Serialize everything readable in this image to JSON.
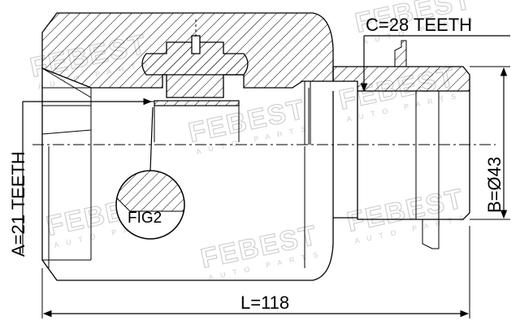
{
  "dimensions": {
    "teeth_c": "C=28 TEETH",
    "teeth_a": "A=21 TEETH",
    "diameter_b": "B=Ø43",
    "length_l": "L=118"
  },
  "detail_label": "FIG2",
  "watermark": {
    "brand": "FEBEST",
    "sub": "AUTO PARTS"
  }
}
